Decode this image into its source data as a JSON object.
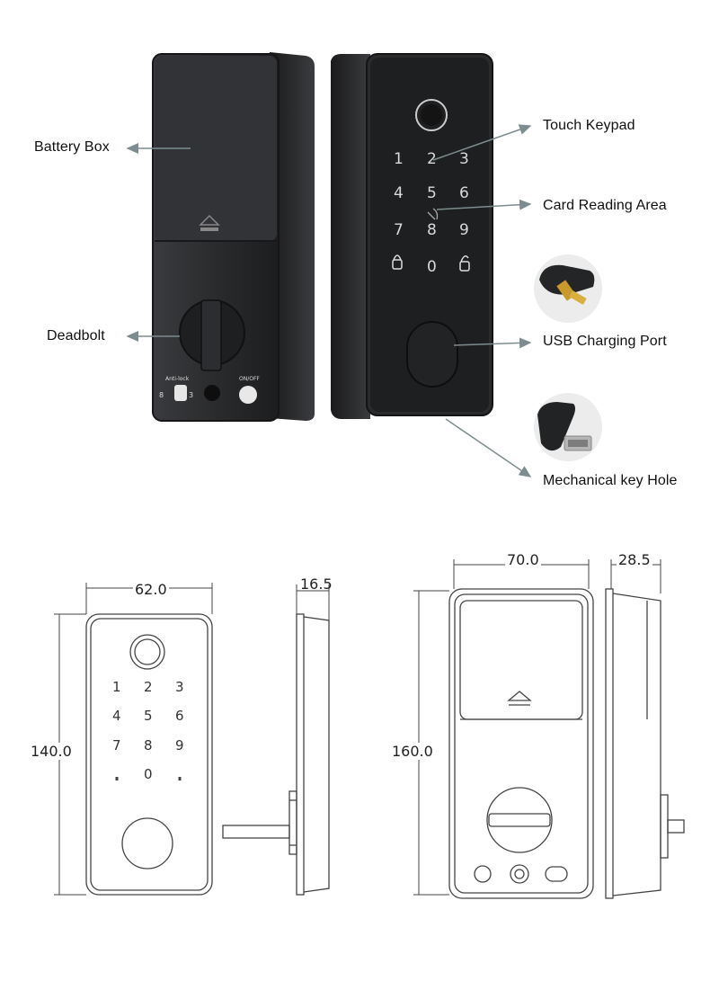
{
  "callouts": {
    "battery_box": "Battery Box",
    "deadbolt": "Deadbolt",
    "touch_keypad": "Touch Keypad",
    "card_reading_area": "Card Reading Area",
    "usb_charging_port": "USB Charging Port",
    "mechanical_key_hole": "Mechanical key Hole"
  },
  "interior_labels": {
    "anti_lock": "Anti-lock",
    "on_off": "ON/OFF"
  },
  "keypad_photo": [
    "1",
    "2",
    "3",
    "4",
    "5",
    "6",
    "7",
    "8",
    "9",
    "0"
  ],
  "keypad_drawing": [
    "1",
    "2",
    "3",
    "4",
    "5",
    "6",
    "7",
    "8",
    "9",
    "0"
  ],
  "dimensions": {
    "front_width": "62.0",
    "front_height": "140.0",
    "front_depth": "16.5",
    "back_width": "70.0",
    "back_height": "160.0",
    "back_depth": "28.5"
  },
  "colors": {
    "device_body": "#2b2c2e",
    "device_edge": "#1a1a1b",
    "keypad_digit": "#d9d9d9",
    "arrow": "#7d8c8f",
    "drawing_line": "#444444"
  }
}
